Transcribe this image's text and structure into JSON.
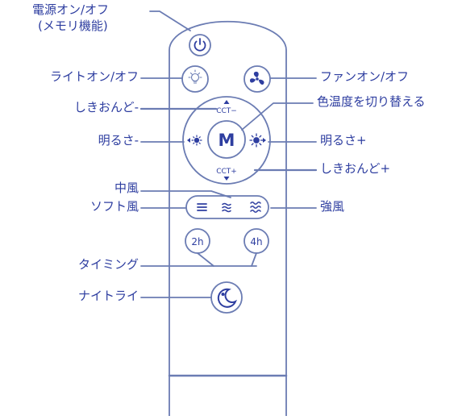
{
  "labels": {
    "power_line1": "電源オン/オフ",
    "power_line2": "(メモリ機能)",
    "light_onoff": "ライトオン/オフ",
    "fan_onoff": "ファンオン/オフ",
    "cct_minus": "しきおんど-",
    "color_switch": "色温度を切り替える",
    "brightness_minus": "明るさ-",
    "brightness_plus": "明るさ+",
    "cct_plus": "しきおんど+",
    "mid_wind": "中風",
    "soft_wind": "ソフト風",
    "strong_wind": "強風",
    "timing": "タイミング",
    "night_light": "ナイトライ"
  },
  "remote": {
    "center_button": "M",
    "cct_top": "CCT−",
    "cct_bottom": "CCT+",
    "timer_2h": "2h",
    "timer_4h": "4h"
  },
  "colors": {
    "line": "#6b7cb3",
    "text": "#2e3ea0"
  },
  "icons": [
    "power-icon",
    "bulb-icon",
    "fan-icon",
    "brightness-low-icon",
    "brightness-high-icon",
    "wind-soft-icon",
    "wind-mid-icon",
    "wind-strong-icon",
    "moon-icon"
  ]
}
